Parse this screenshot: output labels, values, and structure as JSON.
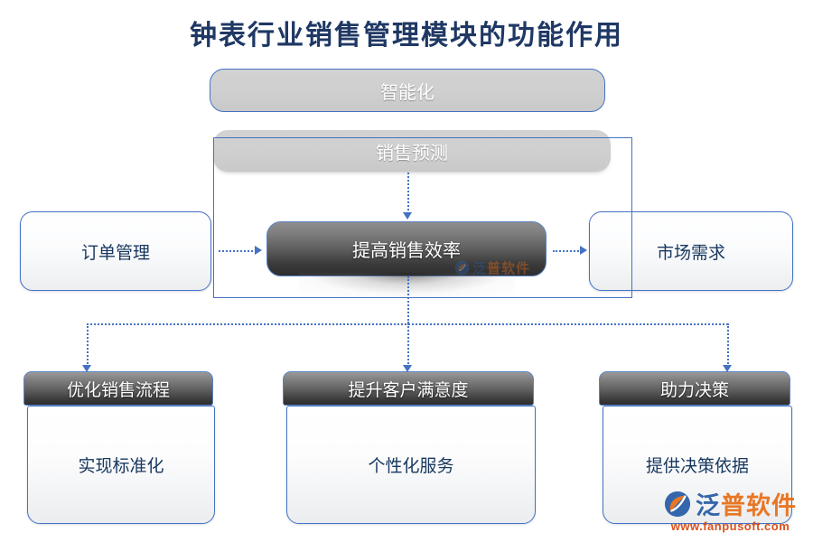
{
  "page": {
    "title": "钟表行业销售管理模块的功能作用",
    "background": "#ffffff",
    "accent_blue": "#4472C4",
    "title_color": "#1F3864"
  },
  "nodes": {
    "banner_top": {
      "label": "智能化",
      "style": "grey-pill-bordered"
    },
    "banner_second": {
      "label": "销售预测",
      "style": "grey-pill"
    },
    "center": {
      "label": "提高销售效率",
      "style": "dark-capsule"
    },
    "left": {
      "label": "订单管理",
      "style": "light"
    },
    "right": {
      "label": "市场需求",
      "style": "light"
    }
  },
  "cards": [
    {
      "header": "优化销售流程",
      "body": "实现标准化"
    },
    {
      "header": "提升客户满意度",
      "body": "个性化服务"
    },
    {
      "header": "助力决策",
      "body": "提供决策依据"
    }
  ],
  "watermark": {
    "brand": "泛普软件",
    "brand_first_char": "泛",
    "brand_rest": "普软件",
    "url": "www.fanpusoft.com",
    "brand_color": "#E8711A",
    "url_color": "#D9480F"
  },
  "connectors": [
    {
      "name": "banner-to-center",
      "direction": "down"
    },
    {
      "name": "left-to-center",
      "direction": "right"
    },
    {
      "name": "center-to-right",
      "direction": "right"
    },
    {
      "name": "center-to-bottom-bus",
      "direction": "down"
    },
    {
      "name": "bus-to-card-1",
      "direction": "down"
    },
    {
      "name": "bus-to-card-2",
      "direction": "down"
    },
    {
      "name": "bus-to-card-3",
      "direction": "down"
    }
  ]
}
